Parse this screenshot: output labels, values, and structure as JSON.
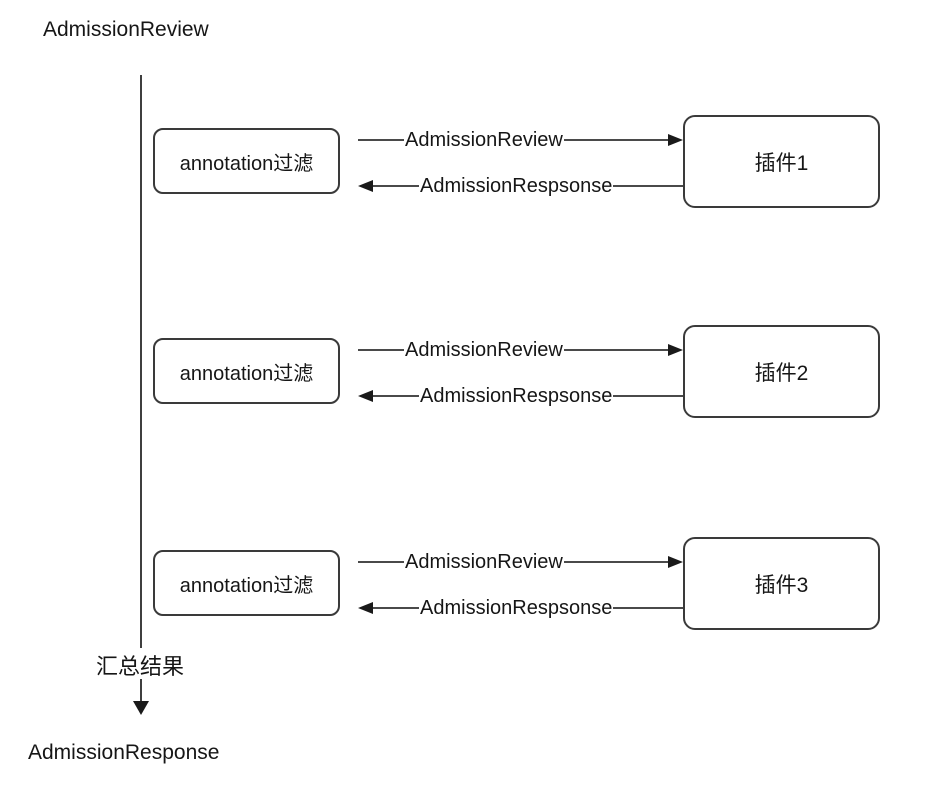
{
  "diagram": {
    "title": "AdmissionReview",
    "aggregate_label": "汇总结果",
    "output_label": "AdmissionResponse",
    "rows": [
      {
        "filter": "annotation过滤",
        "request": "AdmissionReview",
        "response": "AdmissionRespsonse",
        "plugin": "插件1"
      },
      {
        "filter": "annotation过滤",
        "request": "AdmissionReview",
        "response": "AdmissionRespsonse",
        "plugin": "插件2"
      },
      {
        "filter": "annotation过滤",
        "request": "AdmissionReview",
        "response": "AdmissionRespsonse",
        "plugin": "插件3"
      }
    ],
    "colors": {
      "line": "#3f3f3f",
      "arrowhead": "#1a1a1a",
      "text": "#161616",
      "background": "#ffffff"
    }
  }
}
